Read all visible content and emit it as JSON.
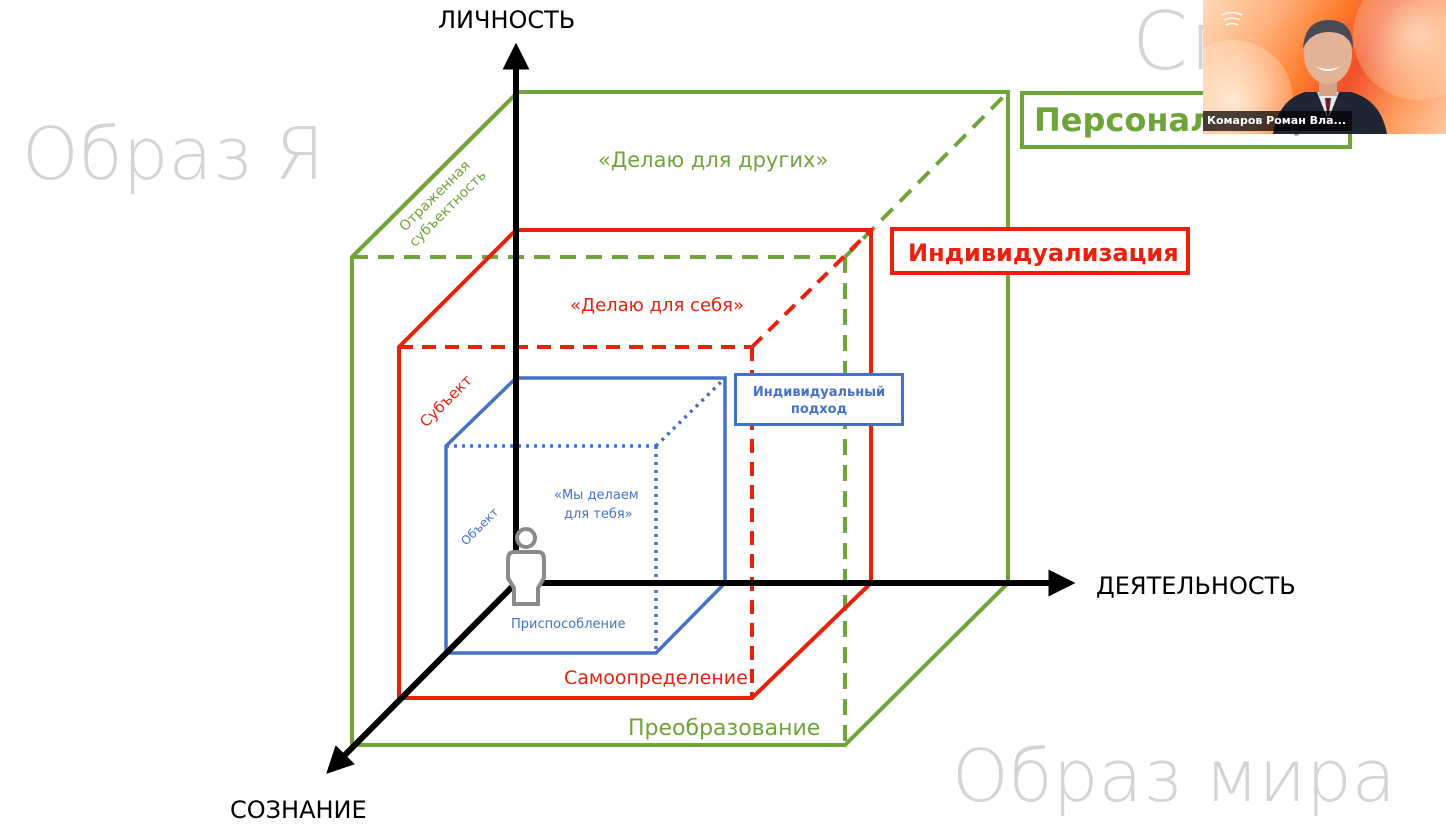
{
  "watermarks": {
    "self_image": "Образ Я",
    "world_image": "Образ мира",
    "meaning": "См"
  },
  "axes": {
    "vertical": "ЛИЧНОСТЬ",
    "horizontal": "ДЕЯТЕЛЬНОСТЬ",
    "depth": "СОЗНАНИЕ"
  },
  "cubes": {
    "green": {
      "top_text": "«Делаю для других»",
      "side_text_line1": "Отраженная",
      "side_text_line2": "субъектность",
      "bottom_text": "Преобразование",
      "label": "Персонализация",
      "color": "#6fa43a"
    },
    "red": {
      "top_text": "«Делаю для себя»",
      "side_text": "Субъект",
      "bottom_text": "Самоопределение",
      "label": "Индивидуализация",
      "color": "#e8200c"
    },
    "blue": {
      "inner_text_line1": "«Мы делаем",
      "inner_text_line2": "для тебя»",
      "side_text": "Объект",
      "bottom_text": "Приспособление",
      "label": "Индивидуальный подход",
      "color": "#4472c4"
    }
  },
  "video": {
    "participant_name": "Комаров Роман Вла..."
  }
}
